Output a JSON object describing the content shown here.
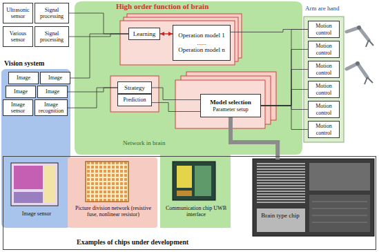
{
  "diagram": {
    "nodes": [
      {
        "text": [
          "Ultrasonic sensor"
        ]
      },
      {
        "text": [
          "Signal processing"
        ]
      },
      {
        "text": [
          "Various sensor"
        ]
      },
      {
        "text": [
          "Signal processing"
        ]
      },
      {
        "text": [
          "Image"
        ]
      },
      {
        "text": [
          "Image"
        ]
      },
      {
        "text": [
          "Image"
        ]
      },
      {
        "text": [
          "Image"
        ]
      },
      {
        "text": [
          "Image sensor"
        ]
      },
      {
        "text": [
          "Image recognition"
        ]
      },
      {
        "text": [
          "High order function of brain",
          "Network in brain"
        ]
      },
      {
        "text": [
          "Learning"
        ],
        "in": 10
      },
      {
        "text": [
          "Operation model 1",
          "......",
          "Operation model n"
        ],
        "in": 10
      },
      {
        "text": [
          "Strategy"
        ],
        "in": 10
      },
      {
        "text": [
          "Prediction"
        ],
        "in": 10
      },
      {
        "text": [
          "Model selection",
          "Parameter setup"
        ],
        "in": 10
      },
      {
        "text": [
          "Arm are hand"
        ]
      },
      {
        "text": [
          "Motion control"
        ],
        "in": 16
      },
      {
        "text": [
          "Motion control"
        ],
        "in": 16
      },
      {
        "text": [
          "Motion control"
        ],
        "in": 16
      },
      {
        "text": [
          "Motion control"
        ],
        "in": 16
      },
      {
        "text": [
          "Motion control"
        ],
        "in": 16
      },
      {
        "text": [
          "Motion control"
        ],
        "in": 16
      },
      {
        "text": [
          "Examples of chips under development"
        ]
      },
      {
        "text": [
          "Image sensor"
        ],
        "in": 23
      },
      {
        "text": [
          "Picture division network (resistive fuse, nonlinear resistor)"
        ],
        "in": 23
      },
      {
        "text": [
          "Communication chip UWB interface"
        ],
        "in": 23
      },
      {
        "text": [
          "Brain type chip"
        ],
        "in": 23
      }
    ],
    "edges": [
      {
        "from": 1,
        "to": 11,
        "arrow": "none"
      },
      {
        "from": 3,
        "to": 11,
        "arrow": "none"
      },
      {
        "from": 5,
        "to": 11,
        "arrow": "none"
      },
      {
        "from": 7,
        "to": 13,
        "arrow": "none"
      },
      {
        "from": 9,
        "to": 13,
        "arrow": "none"
      },
      {
        "from": 11,
        "to": 12,
        "arrow": "both"
      },
      {
        "from": 13,
        "to": 15,
        "arrow": "none"
      },
      {
        "from": 14,
        "to": 15,
        "arrow": "none"
      },
      {
        "from": 12,
        "to": 17,
        "arrow": "none"
      },
      {
        "from": 15,
        "to": 17,
        "arrow": "none"
      },
      {
        "from": 15,
        "to": 18,
        "arrow": "none"
      },
      {
        "from": 15,
        "to": 19,
        "arrow": "none"
      },
      {
        "from": 15,
        "to": 20,
        "arrow": "none"
      },
      {
        "from": 15,
        "to": 21,
        "arrow": "none"
      },
      {
        "from": 15,
        "to": 22,
        "arrow": "none"
      },
      {
        "from": 15,
        "to": 27,
        "arrow": "none"
      }
    ],
    "labels": [
      "Vision system"
    ]
  }
}
